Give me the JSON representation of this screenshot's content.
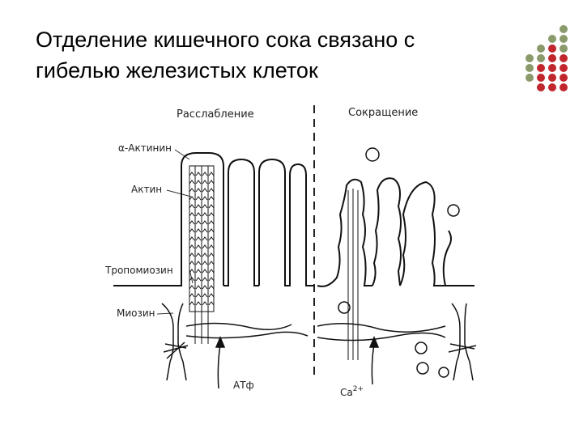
{
  "slide": {
    "title_line1": "Отделение кишечного сока связано с",
    "title_line2": "гибелью железистых клеток"
  },
  "diagram": {
    "header_left": "Расслабление",
    "header_right": "Сокращение",
    "labels": {
      "alpha_actinin": "α-Актинин",
      "actin": "Актин",
      "tropomyosin": "Тропомиозин",
      "myosin": "Миозин",
      "atp": "АТф",
      "calcium": "Ca",
      "calcium_sup": "2+"
    }
  },
  "colors": {
    "dot_green": "#8a9a6b",
    "dot_red": "#c0262c"
  }
}
